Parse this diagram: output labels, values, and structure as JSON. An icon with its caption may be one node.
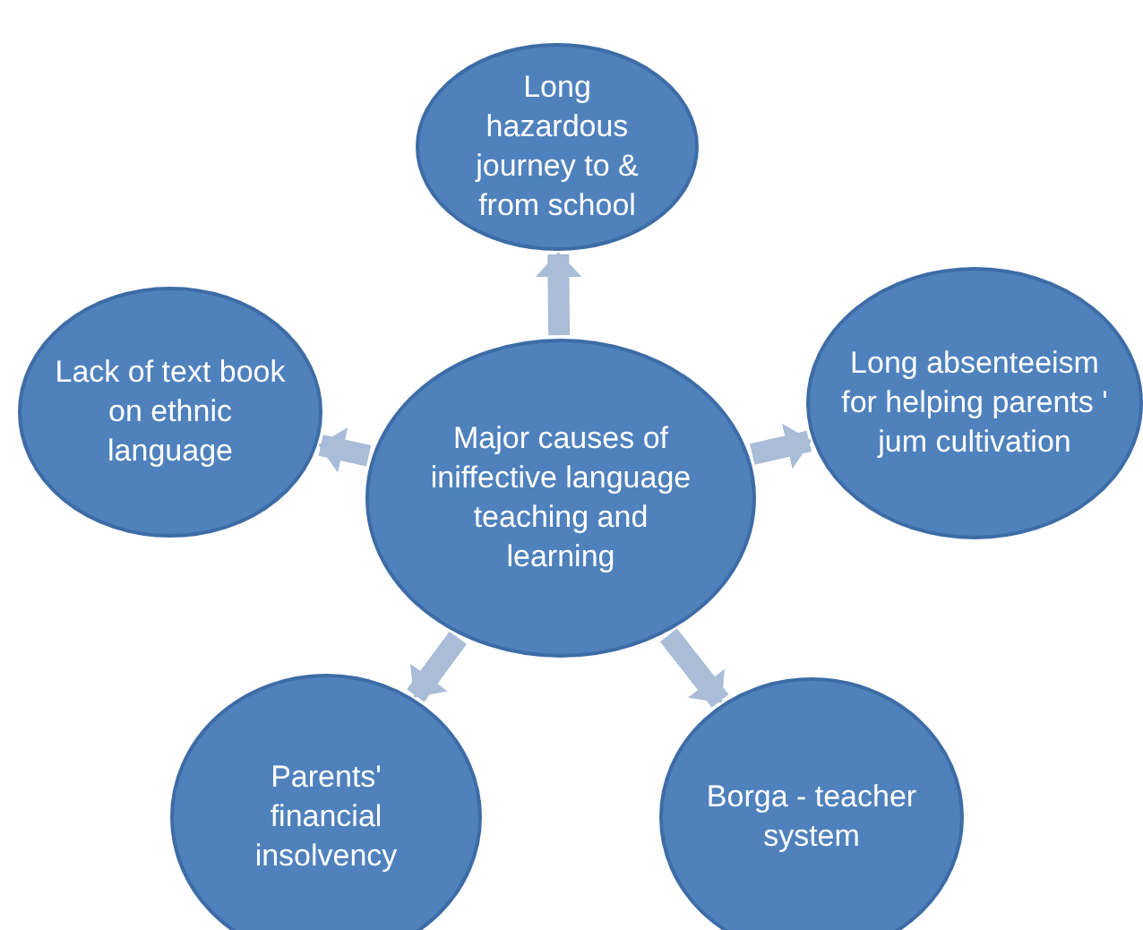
{
  "diagram": {
    "nodes": [
      {
        "text": [
          "Major causes of iniffective language teaching and learning"
        ]
      },
      {
        "text": [
          "Long hazardous journey to & from school"
        ]
      },
      {
        "text": [
          "Long absenteeism for helping parents ' jum cultivation"
        ]
      },
      {
        "text": [
          "Borga - teacher system"
        ]
      },
      {
        "text": [
          "Parents' financial insolvency"
        ]
      },
      {
        "text": [
          "Lack of text book on ethnic language"
        ]
      }
    ],
    "edges": [
      {
        "from": 0,
        "to": 1,
        "arrow": "to"
      },
      {
        "from": 0,
        "to": 2,
        "arrow": "to"
      },
      {
        "from": 0,
        "to": 3,
        "arrow": "to"
      },
      {
        "from": 0,
        "to": 4,
        "arrow": "to"
      },
      {
        "from": 0,
        "to": 5,
        "arrow": "to"
      }
    ]
  }
}
